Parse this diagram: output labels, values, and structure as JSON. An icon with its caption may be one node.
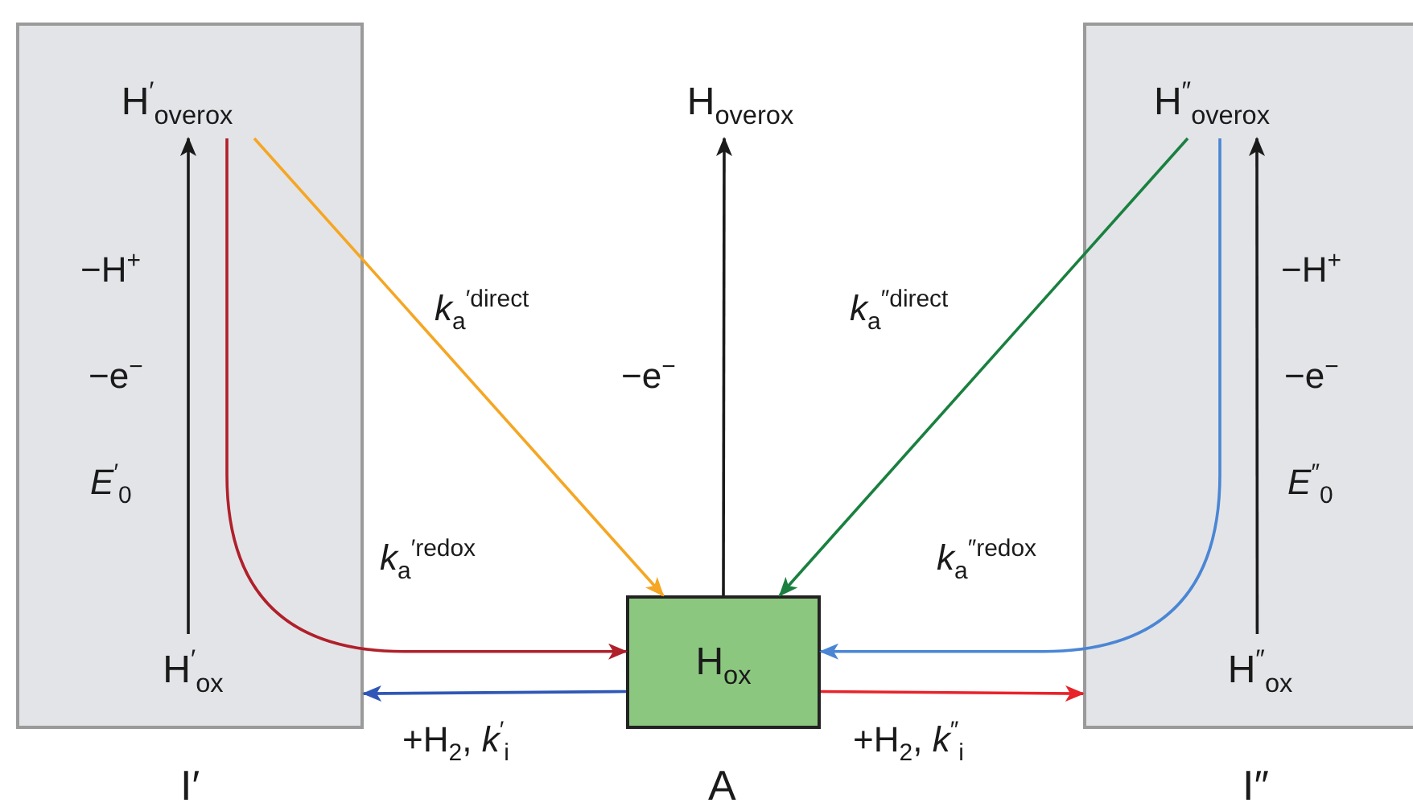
{
  "diagram": {
    "nodes": [
      {
        "text": [],
        "shape": "box",
        "beside": [
          "I′"
        ]
      },
      {
        "text": [
          "H$^{′}$$_{overox}$"
        ],
        "in": 0
      },
      {
        "text": [
          "H$^{′}$$_{ox}$"
        ],
        "in": 0
      },
      {
        "text": [],
        "shape": "box",
        "beside": [
          "I″"
        ]
      },
      {
        "text": [
          "H$^{″}$$_{overox}$"
        ],
        "in": 3
      },
      {
        "text": [
          "H$^{″}$$_{ox}$"
        ],
        "in": 3
      },
      {
        "text": [
          "H$_{overox}$"
        ]
      },
      {
        "text": [
          "H$_{ox}$"
        ],
        "beside": [
          "A"
        ]
      }
    ],
    "edges": [
      {
        "from": 2,
        "to": 1,
        "arrow": "to",
        "color": "#1a1a1a"
      },
      {
        "from": 1,
        "to": 7,
        "arrow": "to",
        "label": "*k*$_{a}$$^{′direct}$",
        "color": "#f5a623"
      },
      {
        "from": 1,
        "to": 7,
        "arrow": "to",
        "label": "*k*$_{a}$$^{′redox}$",
        "color": "#b0202a"
      },
      {
        "from": 7,
        "to": 0,
        "arrow": "to",
        "label": "+H$_{2}$, *k*$^{′}$$_{i}$",
        "color": "#2f57b5"
      },
      {
        "from": 7,
        "to": 6,
        "arrow": "to",
        "label": "−e$^{−}$",
        "color": "#1a1a1a"
      },
      {
        "from": 4,
        "to": 7,
        "arrow": "to",
        "label": "*k*$_{a}$$^{″direct}$",
        "color": "#1a8040"
      },
      {
        "from": 4,
        "to": 7,
        "arrow": "to",
        "label": "*k*$_{a}$$^{″redox}$",
        "color": "#4a86d4"
      },
      {
        "from": 7,
        "to": 3,
        "arrow": "to",
        "label": "+H$_{2}$, *k*$^{″}$$_{i}$",
        "color": "#e8232a"
      },
      {
        "from": 5,
        "to": 4,
        "arrow": "to",
        "color": "#1a1a1a"
      }
    ],
    "labels": [
      "−H$^{+}$",
      "−e$^{−}$",
      "*E*$^{′}$$_{0}$",
      "−H$^{+}$",
      "−e$^{−}$",
      "*E*$^{″}$$_{0}$"
    ]
  }
}
